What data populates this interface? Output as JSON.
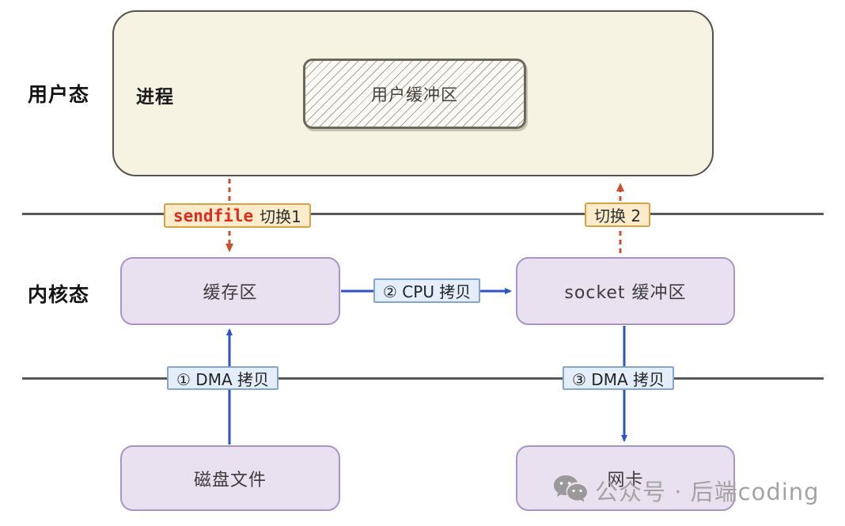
{
  "layers": {
    "user_mode_label": "用户态",
    "kernel_mode_label": "内核态"
  },
  "process": {
    "title": "进程",
    "user_buffer_label": "用户缓冲区"
  },
  "switch_labels": {
    "sendfile_keyword": "sendfile",
    "switch1_text": "切换1",
    "switch2_text": "切换 2"
  },
  "kernel_boxes": {
    "page_cache": "缓存区",
    "socket_buffer": "socket 缓冲区"
  },
  "copy_labels": {
    "dma1": "① DMA 拷贝",
    "cpu2": "② CPU 拷贝",
    "dma3": "③ DMA 拷贝"
  },
  "device_boxes": {
    "disk": "磁盘文件",
    "nic": "网卡"
  },
  "flows": [
    {
      "from": "进程",
      "to": "缓存区",
      "style": "dashed",
      "label": "sendfile 切换1"
    },
    {
      "from": "socket 缓冲区",
      "to": "进程",
      "style": "dashed",
      "label": "切换 2"
    },
    {
      "from": "磁盘文件",
      "to": "缓存区",
      "style": "solid",
      "label": "① DMA 拷贝"
    },
    {
      "from": "缓存区",
      "to": "socket 缓冲区",
      "style": "solid",
      "label": "② CPU 拷贝"
    },
    {
      "from": "socket 缓冲区",
      "to": "网卡",
      "style": "solid",
      "label": "③ DMA 拷贝"
    }
  ],
  "watermark": {
    "text": "公众号 · 后端coding",
    "icon": "wechat-icon"
  },
  "colors": {
    "process_fill": "#f6f3e3",
    "process_border": "#55534b",
    "kernel_box_fill": "#eae1f0",
    "kernel_box_border": "#a795c5",
    "switch_label_fill": "#fdeccb",
    "switch_label_border": "#d8a33e",
    "copy_label_fill": "#e3eefa",
    "copy_label_border": "#84a6ce",
    "sendfile_red": "#e32a1e",
    "arrow_blue": "#2e52c7",
    "arrow_dashed_orange": "#c8502c",
    "boundary_line": "#58585a",
    "watermark_gray": "#a3a3a3"
  }
}
